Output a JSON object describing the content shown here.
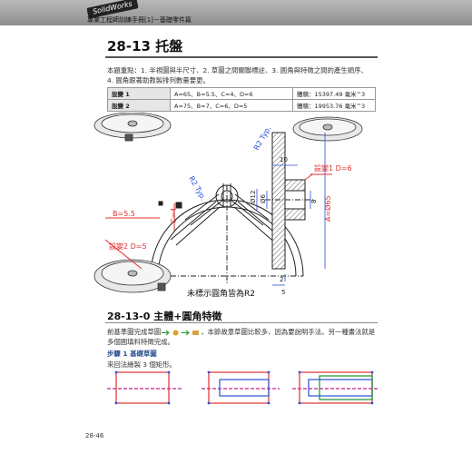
{
  "header": {
    "badge": "SolidWorks",
    "subtitle": "專業工程師訓練手冊[1]－基礎零件篇"
  },
  "section": {
    "title": "28-13 托盤",
    "intro_line1": "本題重點：1. 半視圖與半尺寸、2. 草圖之間關聯標註、3. 圓角與特徵之間的產生順序、",
    "intro_line2": "4. 圓角跟著助教製排列數量要更。"
  },
  "variants": [
    {
      "label": "設變 1",
      "params": "A=65、B=5.5、C=4、D=6",
      "volume": "體積：15397.49 毫米^3"
    },
    {
      "label": "設變 2",
      "params": "A=75、B=7、C=6、D=5",
      "volume": "體積：19953.76 毫米^3"
    }
  ],
  "figure": {
    "label_r2": "R2 Typ.",
    "label_r2_b": "R2 Typ.",
    "label_b": "B=5.5",
    "label_c": "C=4",
    "label_var1": "設變1 D=6",
    "label_var2": "設變2 D=5",
    "dim_10": "10",
    "dim_12": "Ø12",
    "dim_6": "Ø6",
    "dim_8": "8",
    "dim_a": "A=Ø65",
    "dim_2": "2",
    "dim_5": "5",
    "note": "未標示圓角皆為R2"
  },
  "subsection": {
    "title": "28-13-0 主體+圓角特徵",
    "para_a": "前基準圖完成草圖",
    "para_b": "，本節故意草圖比較多，因為要說明手法。另一種畫法就是",
    "para_line2": "多個圓填料特徵完成。",
    "step_title": "步驟 1 基礎草圖",
    "step_text": "來回法繪製 3 個矩形。"
  },
  "page_number": "28-46",
  "colors": {
    "accent_red": "#e03030",
    "blue": "#2a4fd8",
    "green": "#1b8f2a",
    "magenta": "#c02090"
  }
}
